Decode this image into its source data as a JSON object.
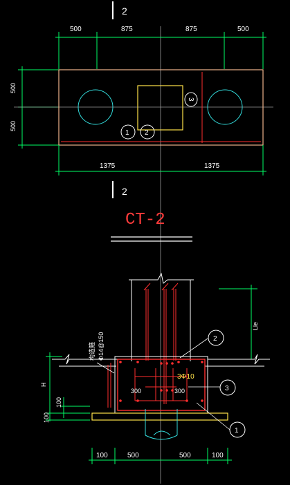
{
  "top": {
    "section_top": "2",
    "section_bottom": "2",
    "dims_top": [
      "500",
      "875",
      "875",
      "500"
    ],
    "dims_left": [
      "500",
      "500"
    ],
    "dims_bottom": [
      "1375",
      "1375"
    ],
    "callouts": [
      "1",
      "2",
      "3"
    ]
  },
  "title": "CT-2",
  "section": {
    "lle": "Lle",
    "h": "H",
    "stirrup_text": "构造箍",
    "stirrup_spec": "Φ14@150",
    "bar_spec": "3Φ10",
    "dim_300_left": "300",
    "dim_300_right": "300",
    "left_dims": [
      "100",
      "100"
    ],
    "bottom_dims": [
      "100",
      "500",
      "500",
      "100"
    ],
    "callouts": [
      "2",
      "3",
      "1"
    ]
  },
  "colors": {
    "background": "#000000",
    "white": "#ffffff",
    "green": "#00ff66",
    "red": "#ff2e2e",
    "yellow": "#ffe24a",
    "cyan": "#33dddd",
    "orange": "#f0b48c",
    "gray": "#9a9a9a"
  }
}
